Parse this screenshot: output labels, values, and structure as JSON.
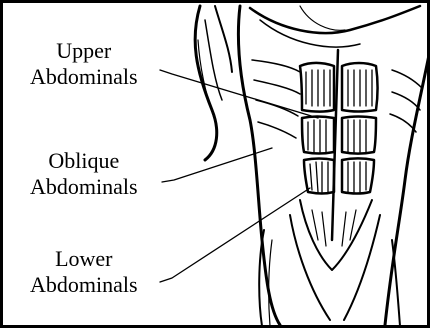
{
  "labels": [
    {
      "line1": "Upper",
      "line2": "Abdominals"
    },
    {
      "line1": "Oblique",
      "line2": "Abdominals"
    },
    {
      "line1": "Lower",
      "line2": "Abdominals"
    }
  ]
}
